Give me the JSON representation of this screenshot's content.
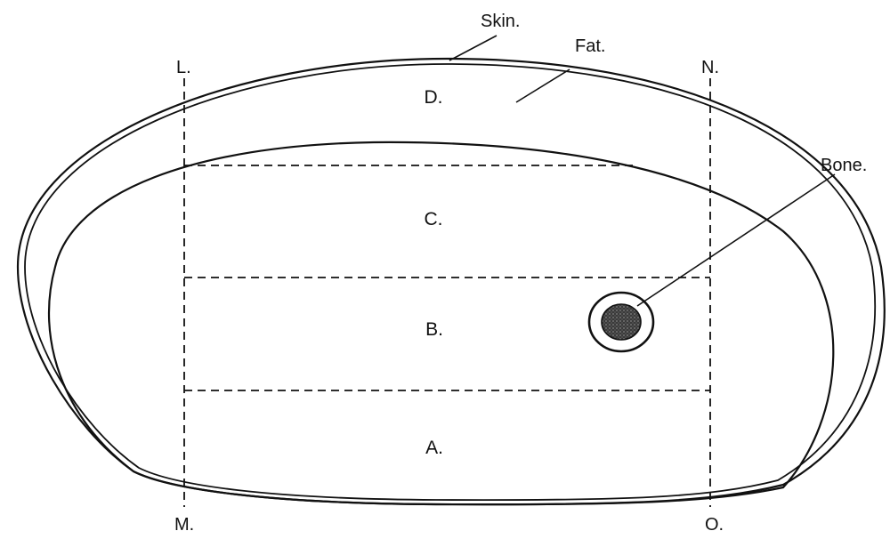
{
  "labels": {
    "skin": "Skin.",
    "fat": "Fat.",
    "bone": "Bone.",
    "corner_l": "L.",
    "corner_n": "N.",
    "corner_m": "M.",
    "corner_o": "O."
  },
  "regions": {
    "a": "A.",
    "b": "B.",
    "c": "C.",
    "d": "D."
  },
  "colors": {
    "ink": "#111111",
    "paper": "#ffffff",
    "bone_marrow": "#2b2b2b"
  }
}
